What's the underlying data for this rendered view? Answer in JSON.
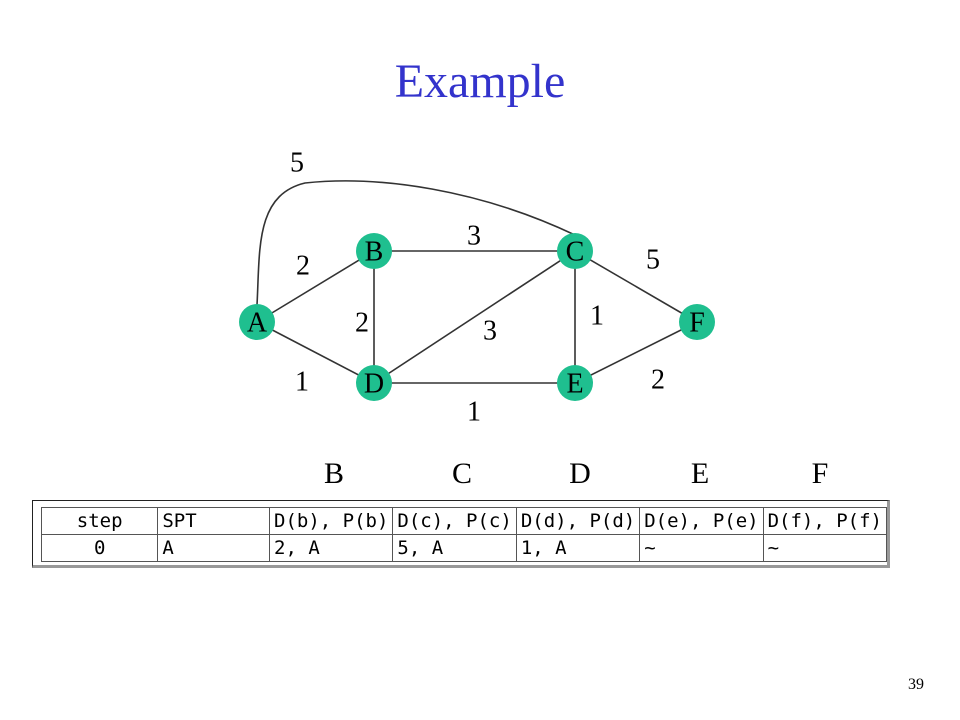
{
  "slide": {
    "title": "Example",
    "page_number": "39"
  },
  "graph": {
    "nodes": [
      {
        "id": "A",
        "label": "A"
      },
      {
        "id": "B",
        "label": "B"
      },
      {
        "id": "C",
        "label": "C"
      },
      {
        "id": "D",
        "label": "D"
      },
      {
        "id": "E",
        "label": "E"
      },
      {
        "id": "F",
        "label": "F"
      }
    ],
    "edges": [
      {
        "from": "A",
        "to": "B",
        "weight": "2"
      },
      {
        "from": "A",
        "to": "D",
        "weight": "1"
      },
      {
        "from": "A",
        "to": "C",
        "weight": "5"
      },
      {
        "from": "B",
        "to": "C",
        "weight": "3"
      },
      {
        "from": "B",
        "to": "D",
        "weight": "2"
      },
      {
        "from": "D",
        "to": "C",
        "weight": "3"
      },
      {
        "from": "C",
        "to": "E",
        "weight": "1"
      },
      {
        "from": "D",
        "to": "E",
        "weight": "1"
      },
      {
        "from": "C",
        "to": "F",
        "weight": "5"
      },
      {
        "from": "E",
        "to": "F",
        "weight": "2"
      }
    ],
    "node_color": "#1fbf8f"
  },
  "column_heads": [
    "B",
    "C",
    "D",
    "E",
    "F"
  ],
  "table": {
    "headers": [
      "step",
      "SPT",
      "D(b), P(b)",
      "D(c), P(c)",
      "D(d), P(d)",
      "D(e), P(e)",
      "D(f), P(f)"
    ],
    "rows": [
      [
        "0",
        "A",
        "2, A",
        "5, A",
        "1, A",
        "~",
        "~"
      ]
    ]
  }
}
